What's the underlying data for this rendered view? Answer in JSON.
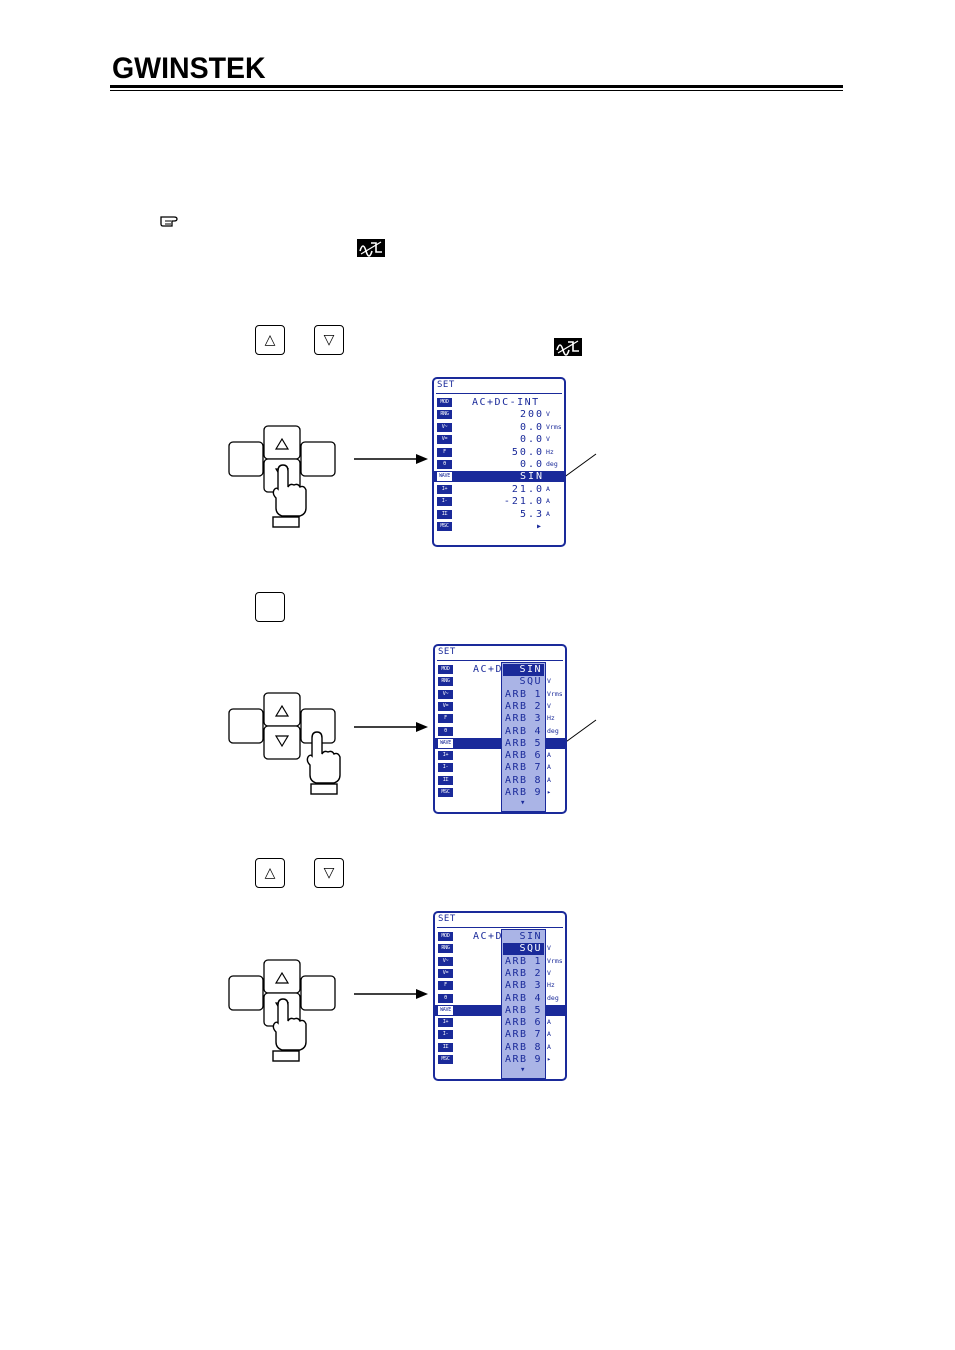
{
  "header": {
    "brand": "GWINSTEK"
  },
  "icons": {
    "note": "pointing-hand-icon",
    "waveform": "waveform-icon"
  },
  "keys": {
    "up": "△",
    "down": "▽"
  },
  "screen1": {
    "title": "SET",
    "rows": [
      {
        "icon": "MOD",
        "value": "AC+DC-INT",
        "unit": ""
      },
      {
        "icon": "RNG",
        "value": "200",
        "unit": "V"
      },
      {
        "icon": "V~",
        "value": "0.0",
        "unit": "Vrms"
      },
      {
        "icon": "V=",
        "value": "0.0",
        "unit": "V"
      },
      {
        "icon": "F",
        "value": "50.0",
        "unit": "Hz"
      },
      {
        "icon": "θ",
        "value": "0.0",
        "unit": "deg"
      },
      {
        "icon": "WAVE",
        "value": "SIN",
        "unit": ""
      },
      {
        "icon": "I+",
        "value": "21.0",
        "unit": "A"
      },
      {
        "icon": "I-",
        "value": "-21.0",
        "unit": "A"
      },
      {
        "icon": "IΣ",
        "value": "5.3",
        "unit": "A"
      },
      {
        "icon": "MSC",
        "value": "▸",
        "unit": ""
      }
    ]
  },
  "screen2": {
    "title": "SET",
    "head": "AC+D",
    "icons": [
      "MOD",
      "RNG",
      "V~",
      "V=",
      "F",
      "θ",
      "WAVE",
      "I+",
      "I-",
      "IΣ",
      "MSC"
    ],
    "units": [
      "",
      "V",
      "Vrms",
      "V",
      "Hz",
      "deg",
      "",
      "A",
      "A",
      "A",
      "▸"
    ],
    "options": [
      {
        "t": "",
        "n": "SIN"
      },
      {
        "t": "",
        "n": "SQU"
      },
      {
        "t": "ARB",
        "n": "1"
      },
      {
        "t": "ARB",
        "n": "2"
      },
      {
        "t": "ARB",
        "n": "3"
      },
      {
        "t": "ARB",
        "n": "4"
      },
      {
        "t": "ARB",
        "n": "5"
      },
      {
        "t": "ARB",
        "n": "6"
      },
      {
        "t": "ARB",
        "n": "7"
      },
      {
        "t": "ARB",
        "n": "8"
      },
      {
        "t": "ARB",
        "n": "9"
      }
    ],
    "more": "▾"
  }
}
